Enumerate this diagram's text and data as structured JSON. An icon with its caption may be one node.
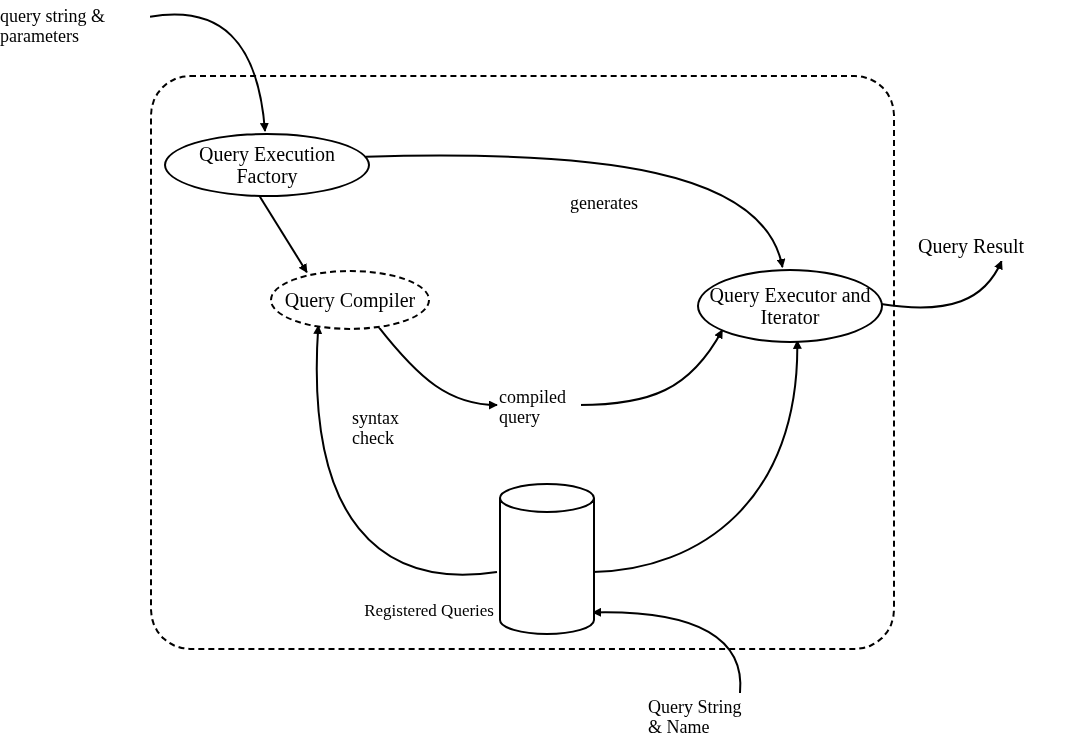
{
  "diagram": {
    "nodes": [
      {
        "text": [],
        "shape": "box"
      },
      {
        "text": [
          "query string & parameters"
        ]
      },
      {
        "text": [
          "Query Execution Factory"
        ],
        "in": 0
      },
      {
        "text": [
          "Query Compiler"
        ],
        "in": 0
      },
      {
        "text": [
          "Query Executor and Iterator"
        ],
        "in": 0
      },
      {
        "text": [
          "compiled query"
        ],
        "in": 0
      },
      {
        "text": [],
        "shape": "cylinder",
        "in": 0,
        "beside": [
          "Registered Queries"
        ]
      },
      {
        "text": [
          "Query Result"
        ]
      },
      {
        "text": [
          "Query String & Name"
        ]
      }
    ],
    "edges": [
      {
        "from": 1,
        "to": 2,
        "arrow": "to"
      },
      {
        "from": 2,
        "to": 3,
        "arrow": "to"
      },
      {
        "from": 2,
        "to": 4,
        "arrow": "to",
        "label": "generates"
      },
      {
        "from": 3,
        "to": 5,
        "arrow": "to"
      },
      {
        "from": 5,
        "to": 4,
        "arrow": "to"
      },
      {
        "from": 6,
        "to": 3,
        "arrow": "to",
        "label": "syntax check"
      },
      {
        "from": 6,
        "to": 4,
        "arrow": "to"
      },
      {
        "from": 4,
        "to": 7,
        "arrow": "to"
      },
      {
        "from": 8,
        "to": 6,
        "arrow": "to"
      }
    ]
  }
}
